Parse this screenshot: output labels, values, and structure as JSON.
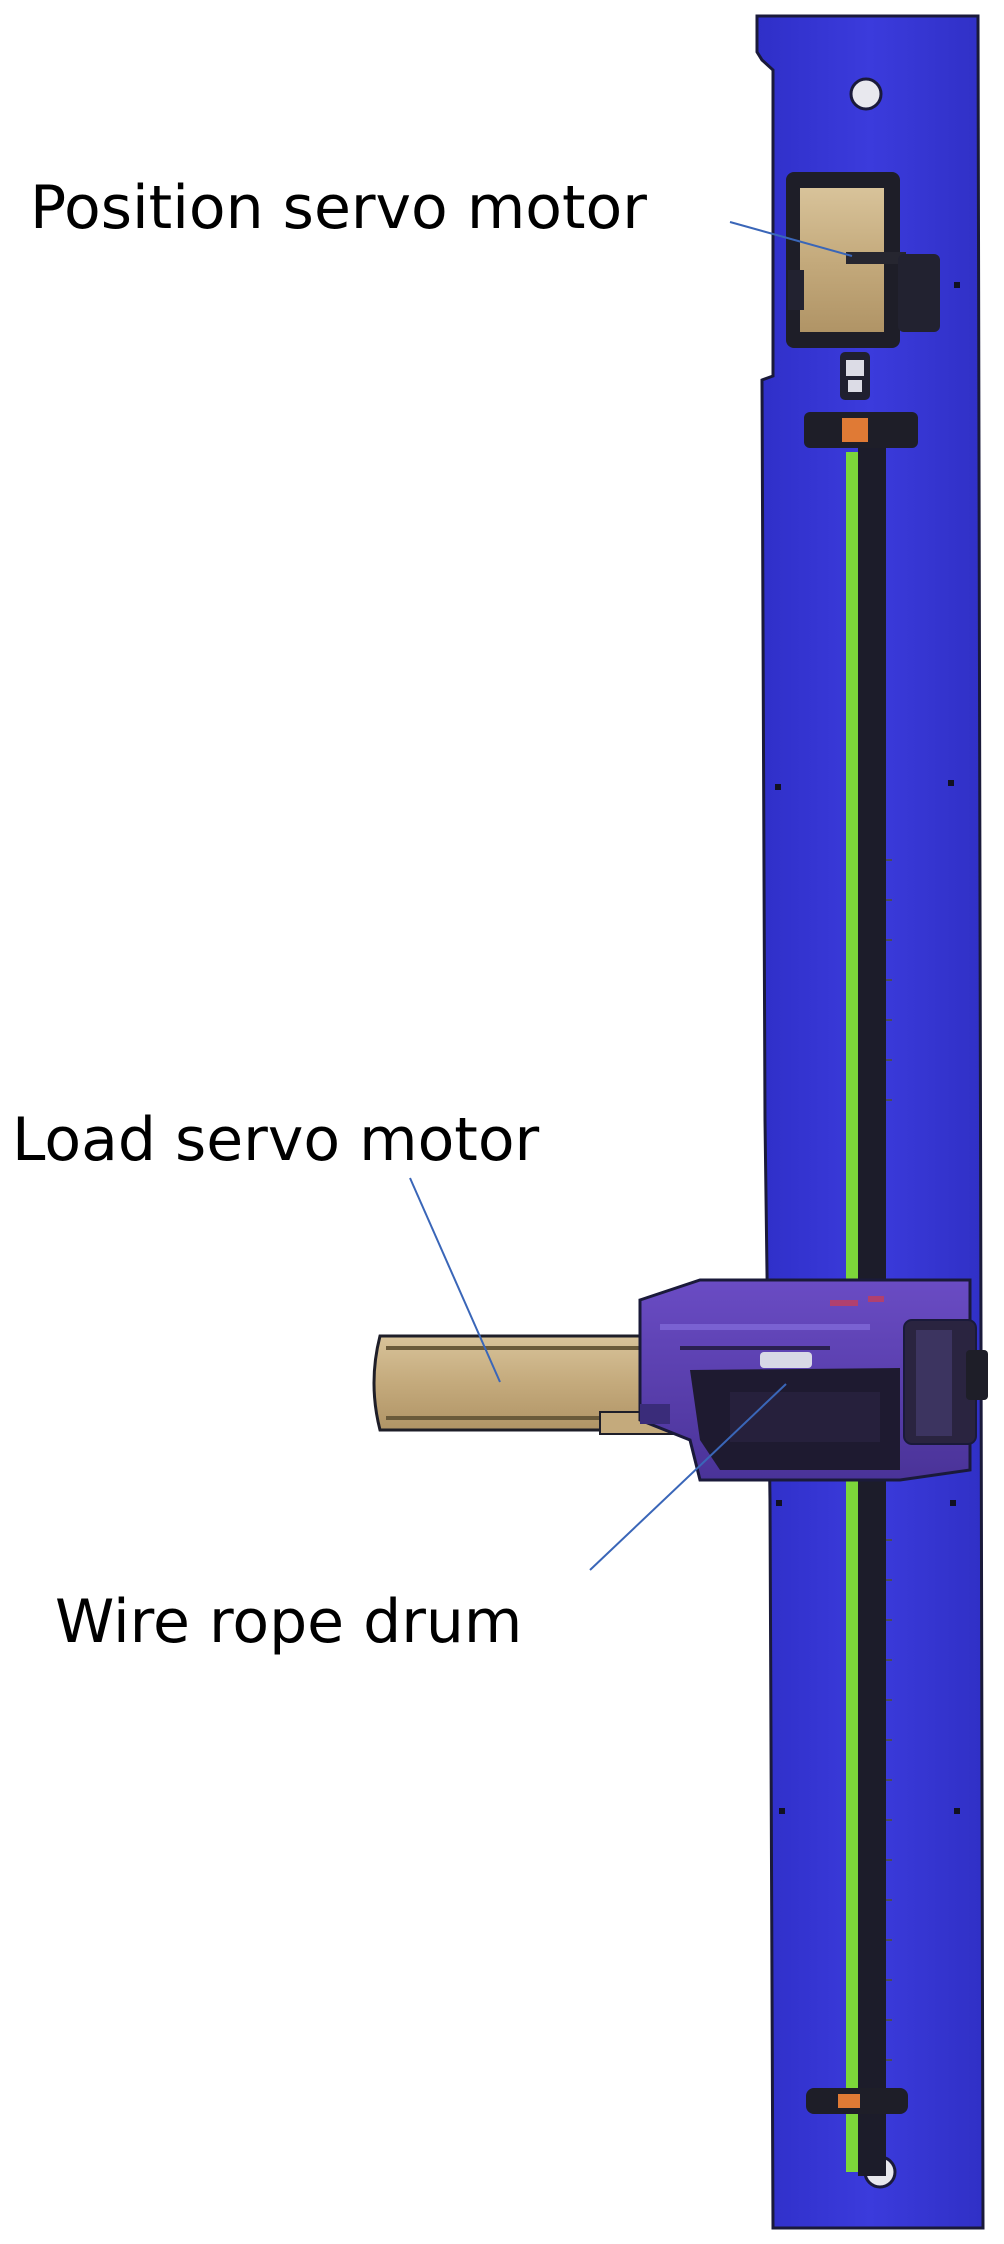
{
  "labels": {
    "position_servo_motor": "Position servo motor",
    "load_servo_motor": "Load servo motor",
    "wire_rope_drum": "Wire rope drum"
  },
  "colors": {
    "frame": "#3535d4",
    "frame_outline": "#1a1a3a",
    "rail_green": "#7cd63a",
    "rail_dark": "#1c1c2a",
    "motor_tan": "#c9b183",
    "carriage_purple": "#5b3fb0",
    "leader_line": "#3a66b8",
    "orange_block": "#e07a35"
  }
}
